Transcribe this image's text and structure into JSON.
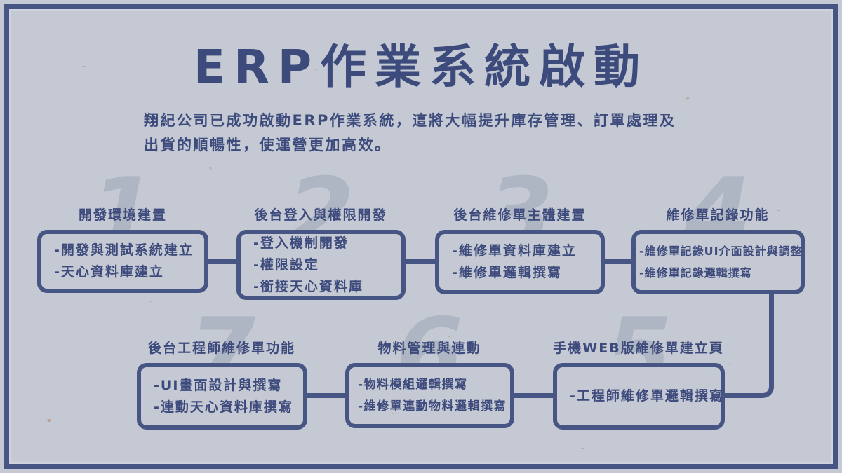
{
  "colors": {
    "accent": "#475585",
    "text": "#3d4a7c",
    "background": "#c4c9d3",
    "digit": "#aeb5c3"
  },
  "slide": {
    "title": "ERP作業系統啟動",
    "intro_line1": "翔紀公司已成功啟動ERP作業系統，這將大幅提升庫存管理、訂單處理及",
    "intro_line2": "出貨的順暢性，使運營更加高效。"
  },
  "steps": [
    {
      "number": "1",
      "title": "開發環境建置",
      "items": [
        "-開發與測試系統建立",
        "-天心資料庫建立"
      ]
    },
    {
      "number": "2",
      "title": "後台登入與權限開發",
      "items": [
        "-登入機制開發",
        "-權限設定",
        "-銜接天心資料庫"
      ]
    },
    {
      "number": "3",
      "title": "後台維修單主體建置",
      "items": [
        "-維修單資料庫建立",
        "-維修單邏輯撰寫"
      ]
    },
    {
      "number": "4",
      "title": "維修單記錄功能",
      "items": [
        "-維修單記錄UI介面設計與調整",
        "-維修單記錄邏輯撰寫"
      ]
    },
    {
      "number": "5",
      "title": "手機WEB版維修單建立頁",
      "items": [
        "-工程師維修單邏輯撰寫"
      ]
    },
    {
      "number": "6",
      "title": "物料管理與連動",
      "items": [
        "-物料模組邏輯撰寫",
        "-維修單連動物料邏輯撰寫"
      ]
    },
    {
      "number": "7",
      "title": "後台工程師維修單功能",
      "items": [
        "-UI畫面設計與撰寫",
        "-連動天心資料庫撰寫"
      ]
    }
  ]
}
